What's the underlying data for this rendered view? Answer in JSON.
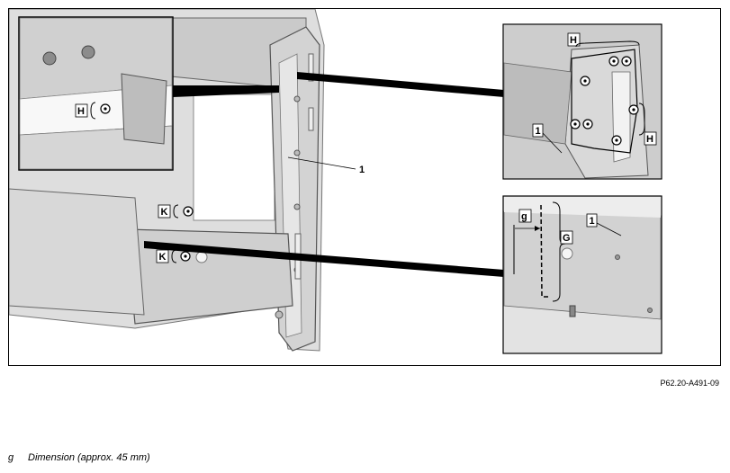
{
  "figure": {
    "reference_code": "P62.20-A491-09",
    "callouts": {
      "main_item": "1",
      "main_k_upper": "K",
      "main_k_lower": "K",
      "inset_topleft_h": "H",
      "detail_top_h_top": "H",
      "detail_top_h_right": "H",
      "detail_top_item": "1",
      "detail_bottom_dim": "g",
      "detail_bottom_range": "G",
      "detail_bottom_item": "1"
    }
  },
  "legend": {
    "items": [
      {
        "key": "g",
        "text": "Dimension (approx. 45 mm)"
      }
    ]
  },
  "colors": {
    "metal_light": "#e4e4e4",
    "metal_mid": "#cfcfcf",
    "metal_dark": "#a9a9a9",
    "line": "#000000",
    "background": "#ffffff"
  }
}
